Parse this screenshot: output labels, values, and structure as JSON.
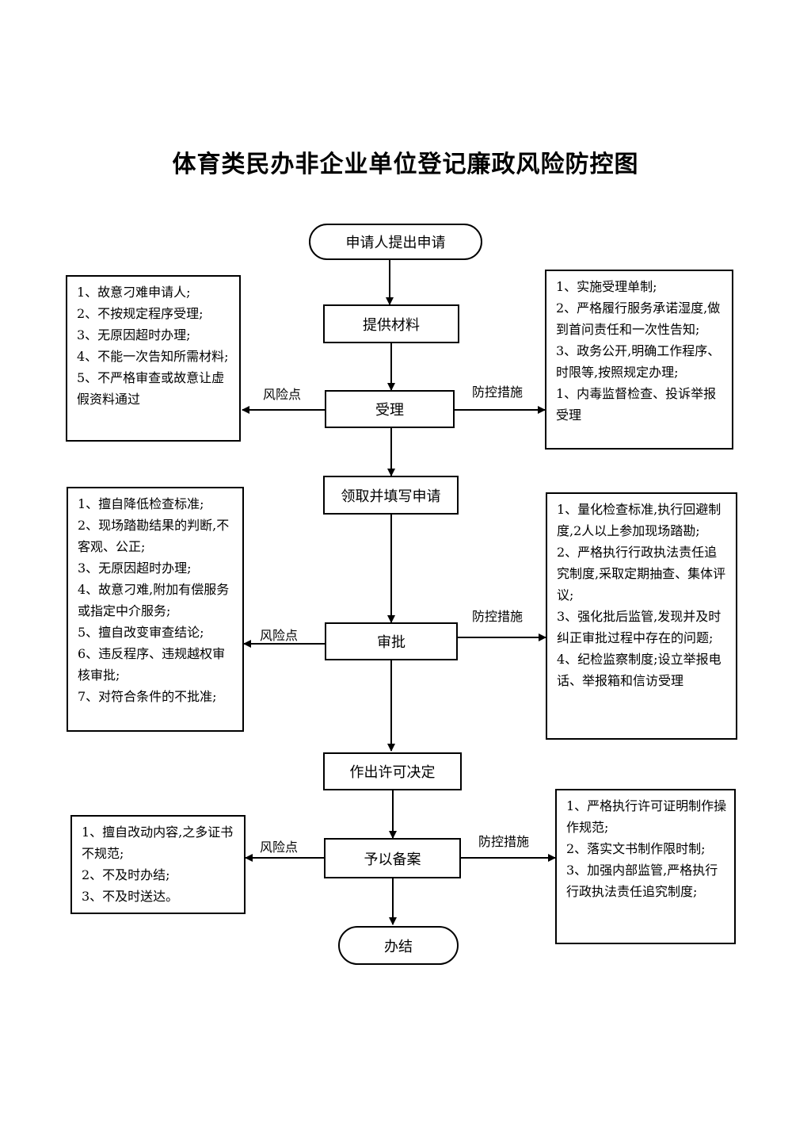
{
  "title": "体育类民办非企业单位登记廉政风险防控图",
  "steps": {
    "start": "申请人提出申请",
    "provide": "提供材料",
    "accept": "受理",
    "receive": "领取并填写申请",
    "approve": "审批",
    "decide": "作出许可决定",
    "file": "予以备案",
    "end": "办结"
  },
  "labels": {
    "risk": "风险点",
    "control": "防控措施"
  },
  "risk_accept": [
    "1、故意刁难申请人;",
    "2、不按规定程序受理;",
    "3、无原因超时办理;",
    "4、不能一次告知所需材料;",
    "5、不严格审查或故意让虚假资料通过"
  ],
  "control_accept": [
    "1、实施受理单制;",
    "2、严格履行服务承诺湿度,做到首问责任和一次性告知;",
    "3、政务公开,明确工作程序、时限等,按照规定办理;",
    "1、内毒监督检查、投诉举报受理"
  ],
  "risk_approve": [
    "1、擅自降低检查标准;",
    "2、现场踏勘结果的判断,不客观、公正;",
    "3、无原因超时办理;",
    "4、故意刁难,附加有偿服务或指定中介服务;",
    "5、擅自改变审查结论;",
    "6、违反程序、违规越权审核审批;",
    "7、对符合条件的不批准;"
  ],
  "control_approve": [
    "1、量化检查标准,执行回避制度,2人以上参加现场踏勘;",
    "2、严格执行行政执法责任追究制度,采取定期抽查、集体评议;",
    "3、强化批后监管,发现并及时纠正审批过程中存在的问题;",
    "4、纪检监察制度;设立举报电话、举报箱和信访受理"
  ],
  "risk_file": [
    "1、擅自改动内容,之多证书不规范;",
    "2、不及时办结;",
    "3、不及时送达。"
  ],
  "control_file": [
    "1、严格执行许可证明制作操作规范;",
    "2、落实文书制作限时制;",
    "3、加强内部监管,严格执行行政执法责任追究制度;"
  ]
}
